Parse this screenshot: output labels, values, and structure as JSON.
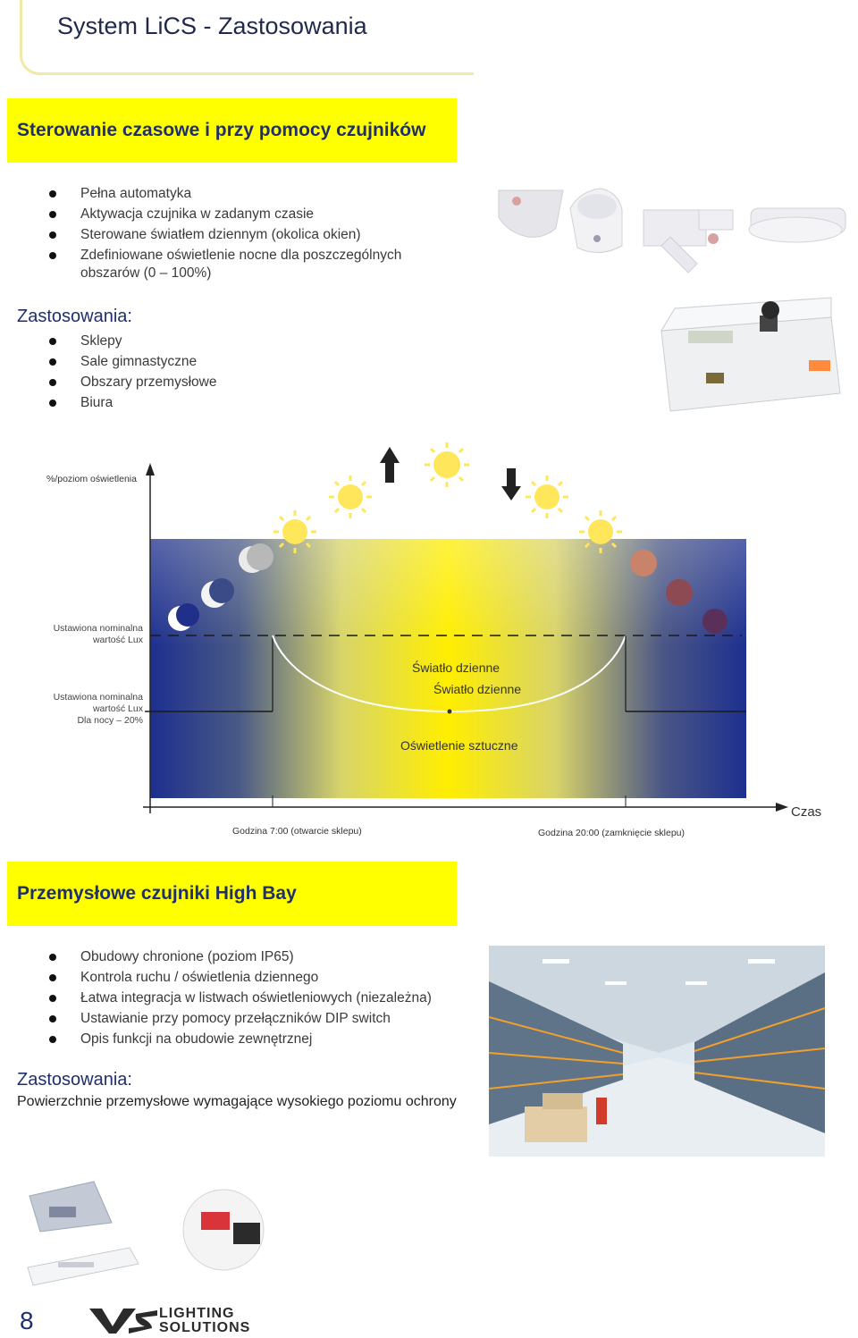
{
  "header": {
    "title": "System LiCS - Zastosowania"
  },
  "section1": {
    "banner": "Sterowanie czasowe i przy pomocy czujników",
    "bullets": [
      "Pełna automatyka",
      "Aktywacja czujnika w zadanym czasie",
      "Sterowane światłem dziennym (okolica okien)",
      "Zdefiniowane oświetlenie nocne dla poszczególnych",
      "obszarów (0 – 100%)"
    ],
    "apps_heading": "Zastosowania:",
    "apps": [
      "Sklepy",
      "Sale gimnastyczne",
      "Obszary przemysłowe",
      "Biura"
    ]
  },
  "diagram": {
    "y_axis_label": "%/poziom oświetlenia",
    "nominal_label_1": "Ustawiona nominalna",
    "nominal_label_2": "wartość Lux",
    "night_label_1": "Ustawiona nominalna",
    "night_label_2": "wartość Lux",
    "night_label_3": "Dla nocy – 20%",
    "daylight_1": "Światło dzienne",
    "daylight_2": "Światło dzienne",
    "artificial": "Oświetlenie sztuczne",
    "open_time": "Godzina 7:00 (otwarcie sklepu)",
    "close_time": "Godzina 20:00 (zamknięcie sklepu)",
    "x_axis_label": "Czas",
    "colors": {
      "night": "#1f2f8a",
      "day": "#ffee00",
      "sun": "#ffe65a"
    }
  },
  "section2": {
    "banner": "Przemysłowe czujniki High Bay",
    "bullets": [
      "Obudowy chronione (poziom IP65)",
      "Kontrola ruchu / oświetlenia dziennego",
      "Łatwa integracja w listwach oświetleniowych (niezależna)",
      "Ustawianie przy pomocy przełączników DIP switch",
      "Opis funkcji na obudowie zewnętrznej"
    ],
    "apps_heading": "Zastosowania:",
    "apps_text": "Powierzchnie przemysłowe wymagające wysokiego poziomu ochrony"
  },
  "footer": {
    "page_number": "8",
    "logo_line1": "LIGHTING",
    "logo_line2": "SOLUTIONS",
    "logo_mark": "VS"
  }
}
